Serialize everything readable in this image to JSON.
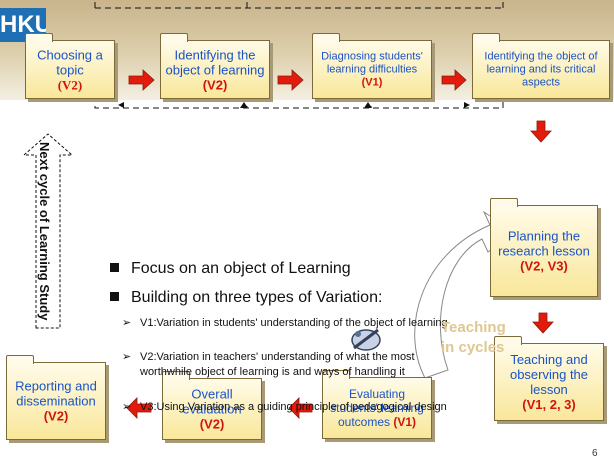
{
  "logo_text": "HKU",
  "steps": {
    "topic": {
      "label": "Choosing a topic",
      "version": "(V2)"
    },
    "identify": {
      "label": "Identifying the object of learning",
      "version": "(V2)"
    },
    "diagnose": {
      "label": "Diagnosing students' learning difficulties",
      "version": "(V1)"
    },
    "critical": {
      "label": "Identifying the object of learning and its critical aspects"
    },
    "planning": {
      "label": "Planning the research lesson",
      "version": "(V2, V3)"
    },
    "teaching": {
      "label": "Teaching and observing the lesson",
      "version": "(V1, 2, 3)"
    },
    "evaluating": {
      "label": "Evaluating students' learning outcomes",
      "version": "(V1)"
    },
    "overall": {
      "label": "Overall evaluation",
      "version": "(V2)"
    },
    "reporting": {
      "label": "Reporting and dissemination",
      "version": "(V2)"
    }
  },
  "bullets": [
    "Focus on an object of Learning",
    "Building on three types of Variation:"
  ],
  "sub_bullets": [
    "V1:Variation in students' understanding of the object of learning",
    "V2:Variation in teachers' understanding of what the most worthwhile object of learning is and ways of handling it",
    "V3:Using Variation as a guiding principle of pedagogical design"
  ],
  "next_cycle": "Next cycle of Learning Study",
  "teaching_cycles": "Teaching in cycles",
  "page_number": "6",
  "colors": {
    "box_top": "#fffbe8",
    "box_bottom": "#f9e79a",
    "label_blue": "#1a53c7",
    "version_red": "#d0160b",
    "arrow_red": "#e21b0c",
    "band": "#d6c59c"
  }
}
